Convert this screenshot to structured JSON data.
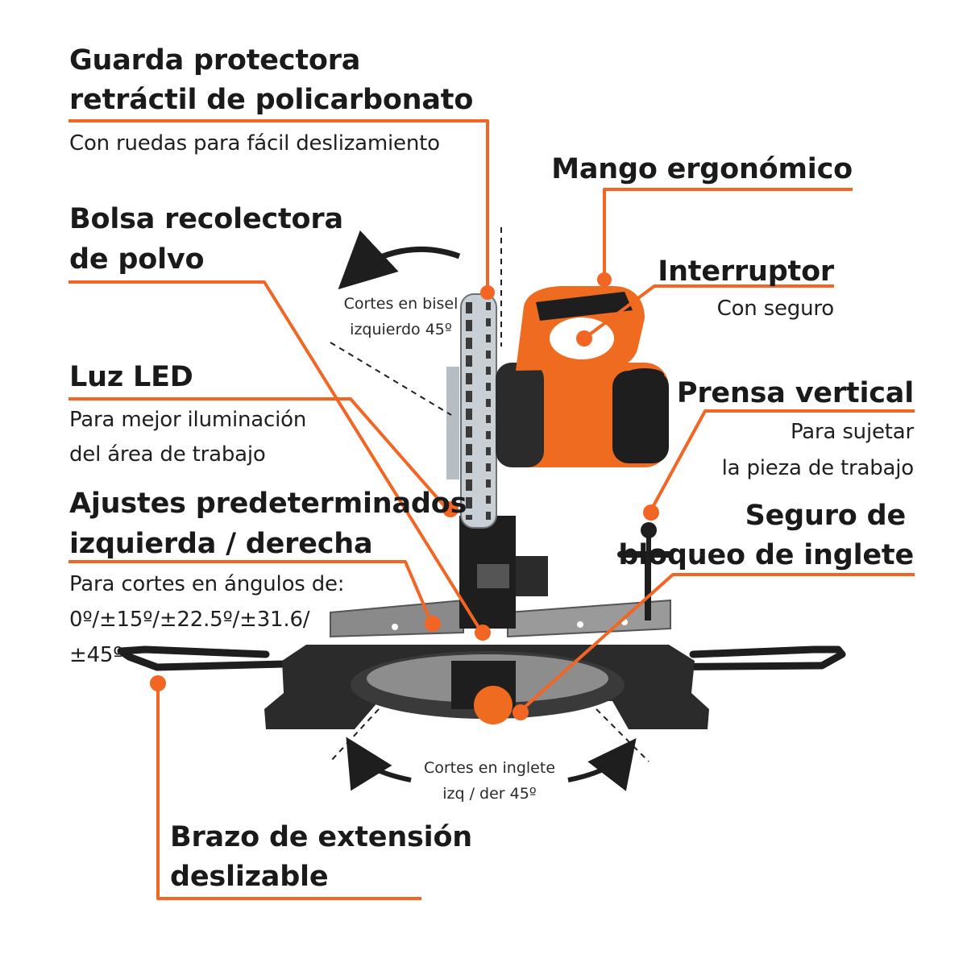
{
  "colors": {
    "accent": "#f26522",
    "body_orange": "#ee6b1f",
    "dark": "#1e1e1e",
    "metal": "#9a9a9a"
  },
  "callouts": {
    "guard": {
      "title_l1": "Guarda protectora",
      "title_l2": "retráctil de policarbonato",
      "desc": "Con ruedas para fácil deslizamiento"
    },
    "dust_bag": {
      "title_l1": "Bolsa recolectora",
      "title_l2": "de polvo"
    },
    "led": {
      "title": "Luz LED",
      "desc_l1": "Para mejor iluminación",
      "desc_l2": "del área de trabajo"
    },
    "presets": {
      "title_l1": "Ajustes predeterminados",
      "title_l2": "izquierda / derecha",
      "desc_l1": "Para cortes en ángulos de:",
      "desc_l2": "0º/±15º/±22.5º/±31.6/",
      "desc_l3": "±45º"
    },
    "handle": {
      "title": "Mango ergonómico"
    },
    "switch": {
      "title": "Interruptor",
      "desc": "Con seguro"
    },
    "clamp": {
      "title": "Prensa vertical",
      "desc_l1": "Para sujetar",
      "desc_l2": "la pieza de trabajo"
    },
    "miter_lock": {
      "title_l1": "Seguro de",
      "title_l2": "bloqueo de inglete"
    },
    "extension_arm": {
      "title_l1": "Brazo de extensión",
      "title_l2": "deslizable"
    }
  },
  "annotations": {
    "bevel": {
      "line1": "Cortes en bisel",
      "line2": "izquierdo 45º"
    },
    "miter": {
      "line1": "Cortes en inglete",
      "line2": "izq / der 45º"
    }
  }
}
